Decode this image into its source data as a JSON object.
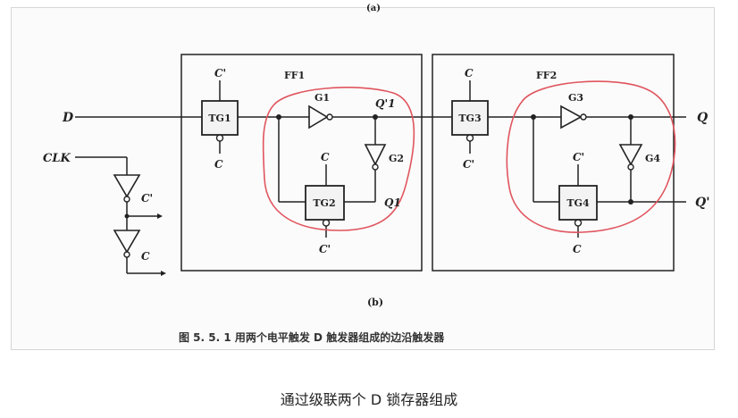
{
  "diagram": {
    "top_partial_label": "(a)",
    "subfigure_label": "(b)",
    "figure_caption": "图 5. 5. 1 用两个电平触发 D 触发器组成的边沿触发器",
    "inputs": {
      "d": "D",
      "clk": "CLK"
    },
    "outputs": {
      "q": "Q",
      "q_prime": "Q'"
    },
    "clock_labels": {
      "c": "C",
      "c_prime": "C'"
    },
    "flipflops": [
      {
        "name": "FF1",
        "name_sub": "1",
        "tg_a": "TG1",
        "tg_b": "TG2",
        "inv_a": "G1",
        "inv_b": "G2",
        "q_node": "Q'1",
        "q_node2": "Q1"
      },
      {
        "name": "FF2",
        "name_sub": "2",
        "tg_a": "TG3",
        "tg_b": "TG4",
        "inv_a": "G3",
        "inv_b": "G4"
      }
    ],
    "annotation_color": "#e0555e"
  },
  "caption": "通过级联两个 D 锁存器组成"
}
